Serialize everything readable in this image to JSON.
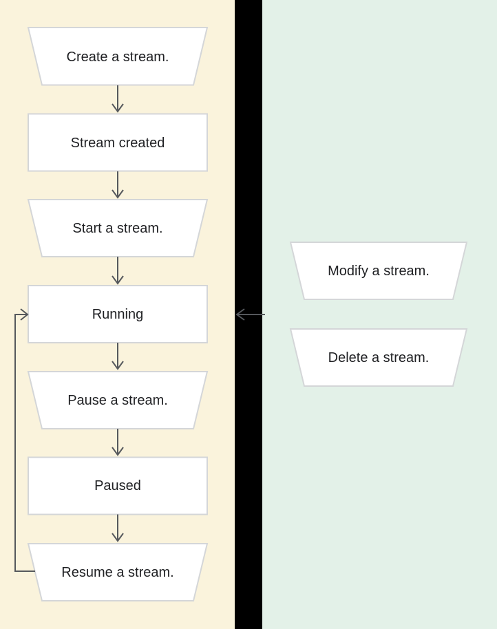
{
  "diagram": {
    "title": "stream-lifecycle-flowchart",
    "left_panel": {
      "background": "#faf3dc",
      "nodes": [
        {
          "label": "Create a stream.",
          "shape": "trapezoid"
        },
        {
          "label": "Stream created",
          "shape": "rectangle"
        },
        {
          "label": "Start a stream.",
          "shape": "trapezoid"
        },
        {
          "label": "Running",
          "shape": "rectangle"
        },
        {
          "label": "Pause a stream.",
          "shape": "trapezoid"
        },
        {
          "label": "Paused",
          "shape": "rectangle"
        },
        {
          "label": "Resume a stream.",
          "shape": "trapezoid"
        }
      ]
    },
    "right_panel": {
      "background": "#e3f1e8",
      "nodes": [
        {
          "label": "Modify a stream.",
          "shape": "trapezoid"
        },
        {
          "label": "Delete a stream.",
          "shape": "trapezoid"
        }
      ]
    },
    "edges": [
      {
        "from": "Create a stream.",
        "to": "Stream created",
        "type": "arrow-down"
      },
      {
        "from": "Stream created",
        "to": "Start a stream.",
        "type": "arrow-down"
      },
      {
        "from": "Start a stream.",
        "to": "Running",
        "type": "arrow-down"
      },
      {
        "from": "Running",
        "to": "Pause a stream.",
        "type": "arrow-down"
      },
      {
        "from": "Pause a stream.",
        "to": "Paused",
        "type": "arrow-down"
      },
      {
        "from": "Paused",
        "to": "Resume a stream.",
        "type": "arrow-down"
      },
      {
        "from": "Resume a stream.",
        "to": "Running",
        "type": "loop-back-left"
      },
      {
        "from": "right-panel-group",
        "to": "Running",
        "type": "arrow-left"
      }
    ],
    "colors": {
      "left_bg": "#faf3dc",
      "right_bg": "#e3f1e8",
      "gap_bg": "#000000",
      "node_fill": "#ffffff",
      "node_border": "#d4d6d8",
      "arrow": "#55585c",
      "text": "#202124"
    }
  }
}
